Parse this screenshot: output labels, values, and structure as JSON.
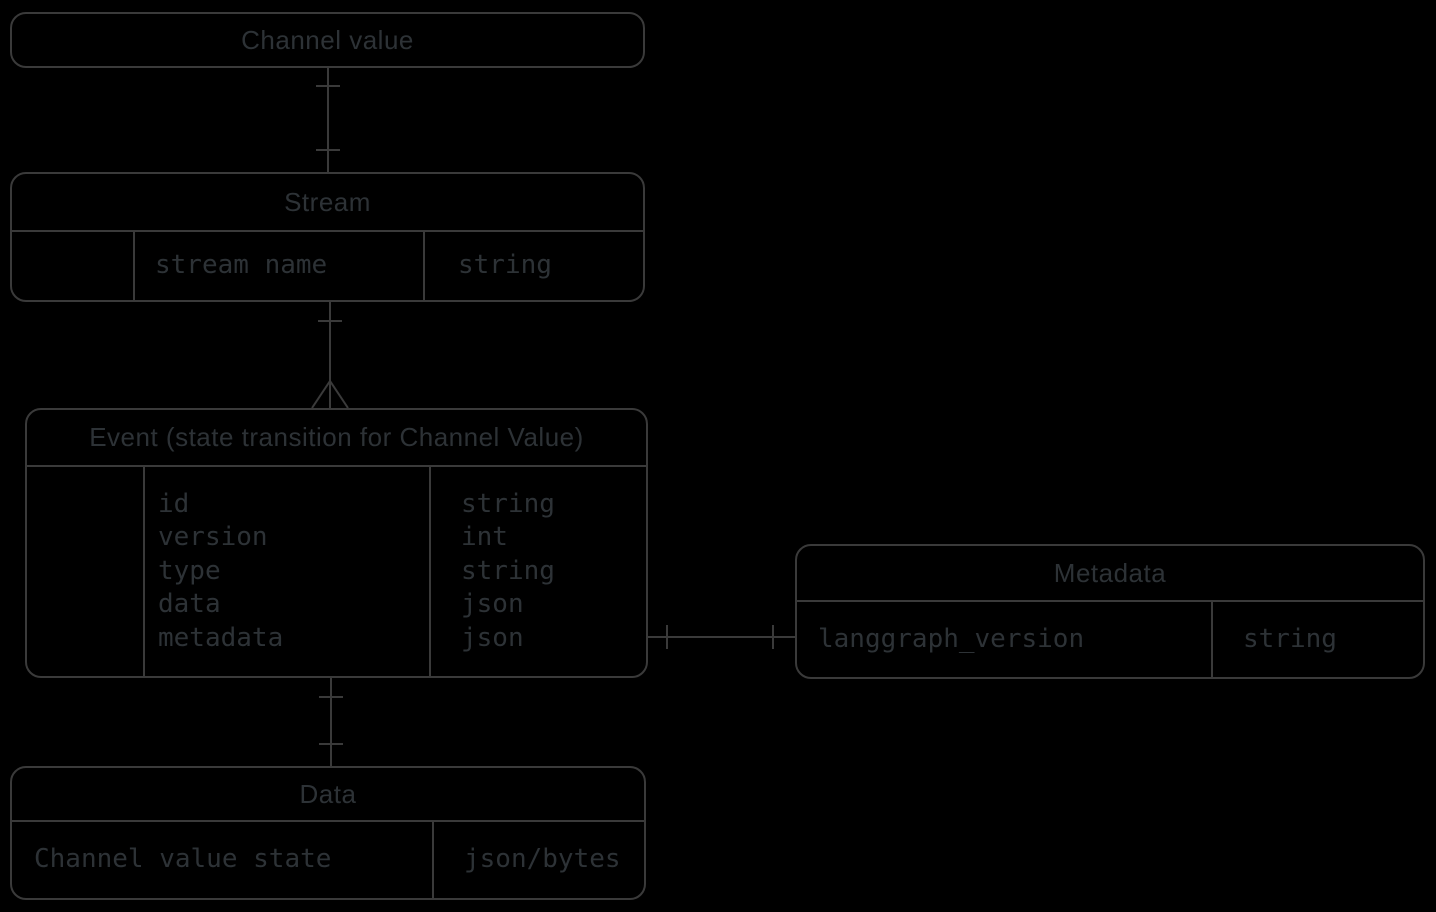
{
  "colors": {
    "background": "#000000",
    "line": "#3a3a3a",
    "text": "#2d3236"
  },
  "entities": {
    "channel_value": {
      "title": "Channel value",
      "rows": []
    },
    "stream": {
      "title": "Stream",
      "rows": [
        {
          "key": "",
          "name": "stream name",
          "type": "string"
        }
      ]
    },
    "event": {
      "title": "Event (state transition for Channel Value)",
      "rows": [
        {
          "key": "",
          "name": "id",
          "type": "string"
        },
        {
          "key": "",
          "name": "version",
          "type": "int"
        },
        {
          "key": "",
          "name": "type",
          "type": "string"
        },
        {
          "key": "",
          "name": "data",
          "type": "json"
        },
        {
          "key": "",
          "name": "metadata",
          "type": "json"
        }
      ]
    },
    "metadata": {
      "title": "Metadata",
      "rows": [
        {
          "name": "langgraph_version",
          "type": "string"
        }
      ]
    },
    "data": {
      "title": "Data",
      "rows": [
        {
          "name": "Channel value state",
          "type": "json/bytes"
        }
      ]
    }
  },
  "relationships": [
    {
      "from": "Channel value",
      "to": "Stream",
      "notation": "one-to-one"
    },
    {
      "from": "Stream",
      "to": "Event (state transition for Channel Value)",
      "notation": "one-to-many"
    },
    {
      "from": "Event (state transition for Channel Value)",
      "to": "Metadata",
      "notation": "one-to-one"
    },
    {
      "from": "Event (state transition for Channel Value)",
      "to": "Data",
      "notation": "one-to-one"
    }
  ]
}
